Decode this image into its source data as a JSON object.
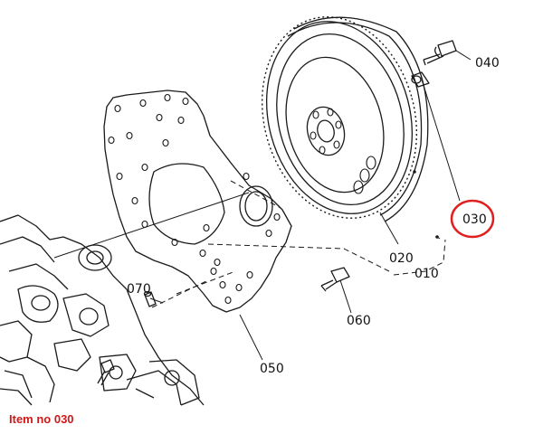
{
  "parts": [
    {
      "id": "p040",
      "label": "040"
    },
    {
      "id": "p030",
      "label": "030"
    },
    {
      "id": "p020",
      "label": "020"
    },
    {
      "id": "p010",
      "label": "010"
    },
    {
      "id": "p070",
      "label": "070"
    },
    {
      "id": "p060",
      "label": "060"
    },
    {
      "id": "p050",
      "label": "050"
    }
  ],
  "highlight": {
    "part": "030",
    "color": "#e02020"
  },
  "caption": "Item no 030",
  "caption_color": "#d01818"
}
